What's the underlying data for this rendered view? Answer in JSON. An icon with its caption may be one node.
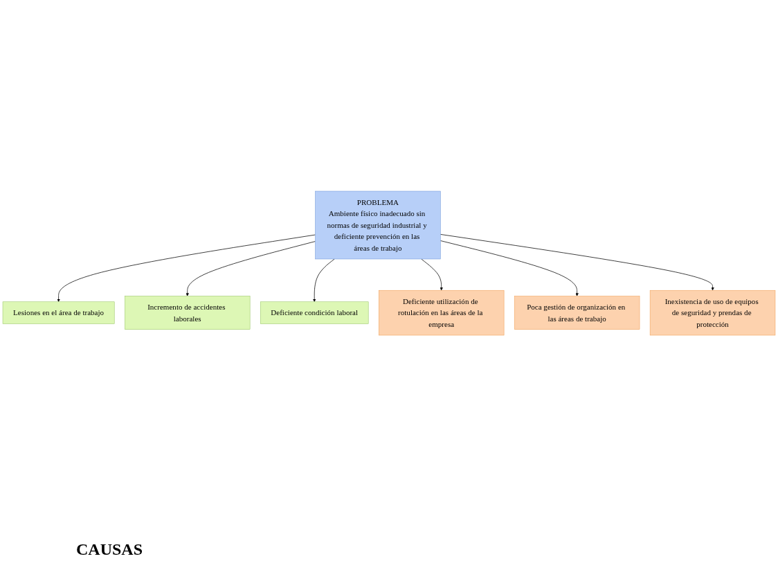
{
  "diagram": {
    "nodes": [
      {
        "text": [
          "Lesiones en el área de trabajo"
        ]
      },
      {
        "text": [
          "Incremento de accidentes laborales"
        ]
      },
      {
        "text": [
          "Deficiente condición laboral"
        ]
      },
      {
        "text": [
          "PROBLEMA",
          "Ambiente físico inadecuado sin normas de seguridad industrial y deficiente prevención en las áreas de trabajo"
        ]
      },
      {
        "text": [
          "Deficiente utilización de rotulación en las áreas de la empresa"
        ]
      },
      {
        "text": [
          "Poca gestión de organización en las áreas de trabajo"
        ]
      },
      {
        "text": [
          "Inexistencia de uso de equipos de seguridad y prendas de protección"
        ]
      }
    ],
    "edges": [
      {
        "from": 3,
        "to": 0,
        "arrow": "to"
      },
      {
        "from": 3,
        "to": 1,
        "arrow": "to"
      },
      {
        "from": 3,
        "to": 2,
        "arrow": "to"
      },
      {
        "from": 3,
        "to": 4,
        "arrow": "to"
      },
      {
        "from": 3,
        "to": 5,
        "arrow": "to"
      },
      {
        "from": 3,
        "to": 6,
        "arrow": "to"
      }
    ],
    "labels": [
      "CAUSAS"
    ]
  }
}
